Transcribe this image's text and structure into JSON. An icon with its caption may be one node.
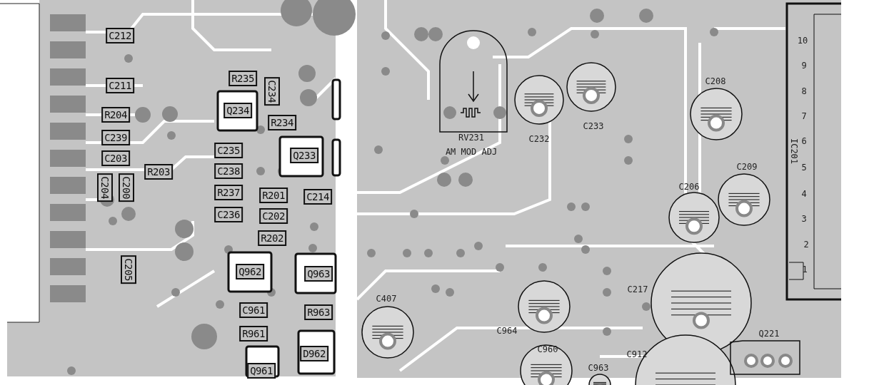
{
  "diagram": {
    "labels": [
      "C212",
      "C211",
      "R235",
      "C234",
      "R204",
      "Q234",
      "R234",
      "C239",
      "C203",
      "C235",
      "Q233",
      "C204",
      "C200",
      "R203",
      "C238",
      "R237",
      "R201",
      "C214",
      "C236",
      "C202",
      "R202",
      "C205",
      "Q962",
      "Q963",
      "C961",
      "R963",
      "R961",
      "D962",
      "Q961",
      "10",
      "9",
      "8",
      "C208",
      "7",
      "6",
      "IC201",
      "RV231",
      "AM MOD ADJ",
      "C232",
      "C233",
      "C209",
      "5",
      "C206",
      "4",
      "3",
      "2",
      "1",
      "C217",
      "C407",
      "C964",
      "C960",
      "C963",
      "C912",
      "Q221"
    ]
  }
}
